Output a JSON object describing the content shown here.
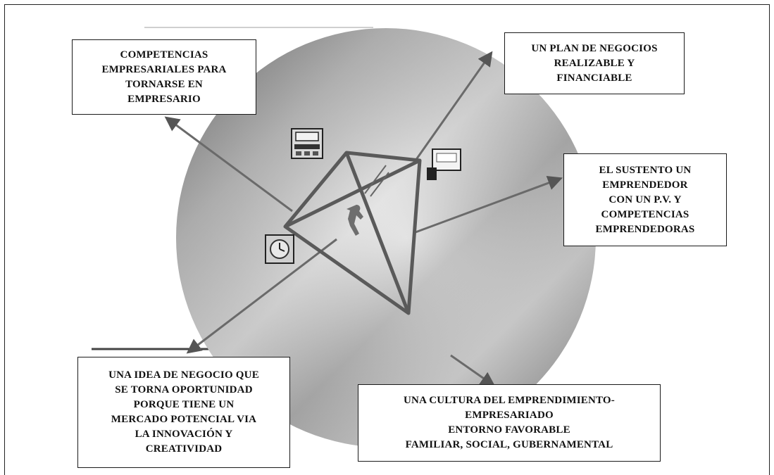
{
  "diagram": {
    "boxes": {
      "competencias": "COMPETENCIAS\nEMPRESARIALES PARA\nTORNARSE  EN\nEMPRESARIO",
      "plan": "UN PLAN DE NEGOCIOS\nREALIZABLE Y\nFINANCIABLE",
      "sustento": "EL SUSTENTO UN\nEMPRENDEDOR\nCON UN P.V. Y\nCOMPETENCIAS\nEMPRENDEDORAS",
      "idea": "UNA IDEA DE NEGOCIO QUE\nSE  TORNA  OPORTUNIDAD\nPORQUE TIENE  UN\nMERCADO POTENCIAL VIA\nLA INNOVACIÓN Y\nCREATIVIDAD",
      "cultura": "UNA CULTURA DEL EMPRENDIMIENTO-\nEMPRESARIADO\nENTORNO FAVORABLE\nFAMILIAR, SOCIAL, GUBERNAMENTAL"
    },
    "icons": [
      "calculator-icon",
      "computer-icon",
      "clock-icon",
      "climber-icon"
    ],
    "colors": {
      "circle_light": "#e8e8e8",
      "circle_dark": "#8a8a8a",
      "kite_stroke": "#555555",
      "arrow_stroke": "#6a6a6a",
      "border": "#1a1a1a"
    }
  }
}
